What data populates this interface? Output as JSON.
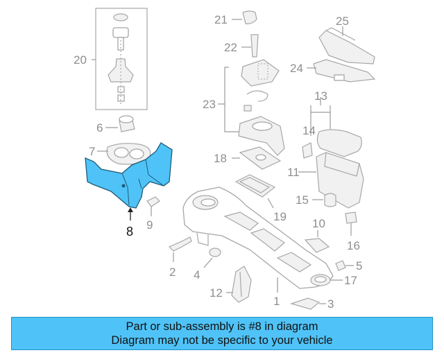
{
  "diagram": {
    "labels": {
      "l1": "1",
      "l2": "2",
      "l3": "3",
      "l4": "4",
      "l5": "5",
      "l6": "6",
      "l7": "7",
      "l8": "8",
      "l9": "9",
      "l10": "10",
      "l11": "11",
      "l12": "12",
      "l13": "13",
      "l14": "14",
      "l15": "15",
      "l16": "16",
      "l17": "17",
      "l18": "18",
      "l19": "19",
      "l20": "20",
      "l21": "21",
      "l22": "22",
      "l23": "23",
      "l24": "24",
      "l25": "25"
    },
    "highlighted_part": "8",
    "highlight_color": "#4fc3f7"
  },
  "banner": {
    "line1": "Part or sub-assembly is #8 in diagram",
    "line2": "Diagram may not be specific to your vehicle",
    "color": "#4fc3f7"
  }
}
